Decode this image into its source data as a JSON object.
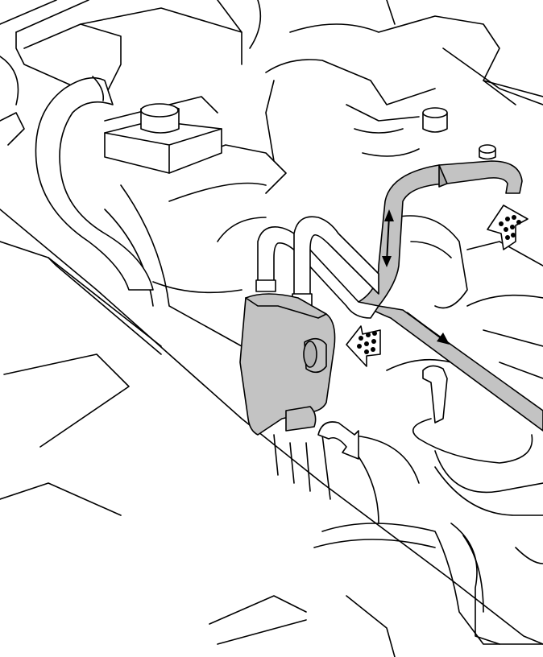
{
  "diagram": {
    "highlight_color": "#c3c3c3",
    "line_color": "#000000",
    "background_color": "#ffffff",
    "components": [
      {
        "name": "reservoir",
        "highlighted": true
      },
      {
        "name": "pipe",
        "highlighted": true
      },
      {
        "name": "hose",
        "highlighted": false
      }
    ],
    "icons": [
      "double-arrow-icon",
      "flow-arrow-icon",
      "dotted-arrow-icon",
      "curved-arrow-icon"
    ]
  }
}
